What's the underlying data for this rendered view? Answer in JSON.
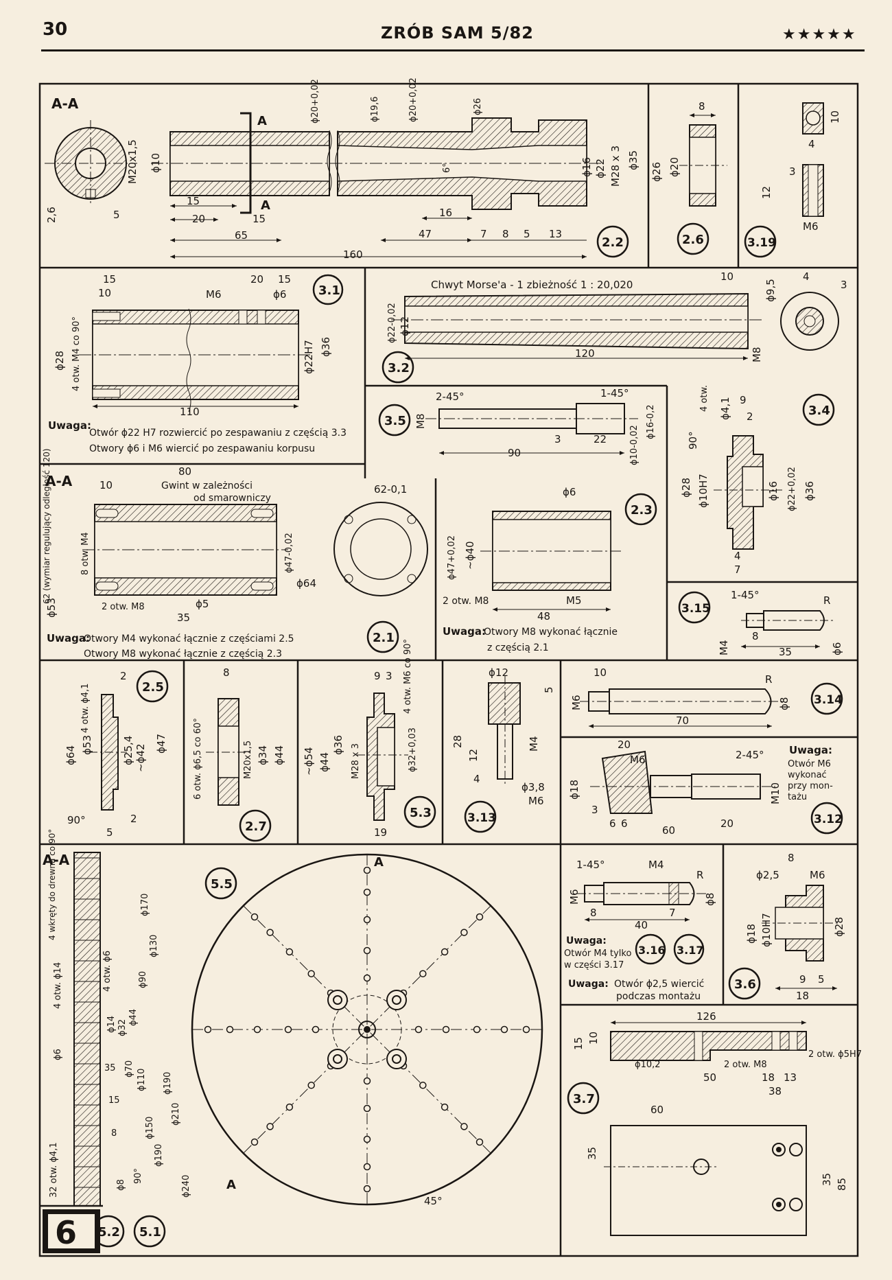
{
  "header": {
    "page_number": "30",
    "magazine": "ZRÓB SAM 5/82",
    "stars": "★★★★★"
  },
  "badge_6": "6",
  "panels": {
    "p22": {
      "id": "2.2",
      "section": "A-A",
      "section_mark": "A",
      "dims": [
        "M20x1,5",
        "ϕ10",
        "2,6",
        "5",
        "15",
        "20",
        "15",
        "65",
        "160",
        "ϕ20+0,02",
        "ϕ19,6",
        "ϕ20+0,02",
        "ϕ26",
        "6°",
        "16",
        "47",
        "7",
        "8",
        "5",
        "13",
        "ϕ16",
        "ϕ22",
        "M28 x 3",
        "ϕ35"
      ]
    },
    "p26": {
      "id": "2.6",
      "dims": [
        "8",
        "ϕ26",
        "ϕ20"
      ]
    },
    "p319": {
      "id": "3.19",
      "dims": [
        "10",
        "4",
        "3",
        "12",
        "M6"
      ]
    },
    "p31": {
      "id": "3.1",
      "dims": [
        "15",
        "10",
        "20",
        "15",
        "M6",
        "ϕ6",
        "ϕ28",
        "4 otw. M4 co 90°",
        "ϕ22H7",
        "ϕ36",
        "110"
      ],
      "note_title": "Uwaga:",
      "note_lines": [
        "Otwór ϕ22 H7 rozwiercić po zespawaniu z częścią 3.3",
        "Otwory ϕ6 i M6 wiercić po zespawaniu korpusu"
      ]
    },
    "p32": {
      "id": "3.2",
      "title": "Chwyt Morse'a - 1 zbieżność 1 : 20,020",
      "dims": [
        "ϕ22-0,02",
        "ϕ12",
        "120",
        "10",
        "ϕ9,5",
        "M8",
        "4",
        "3"
      ]
    },
    "p35": {
      "id": "3.5",
      "dims": [
        "2-45°",
        "M8",
        "1-45°",
        "90",
        "3",
        "22",
        "ϕ10-0,02",
        "ϕ16-0,2"
      ]
    },
    "p34": {
      "id": "3.4",
      "dims": [
        "4 otw.",
        "ϕ4,1",
        "9",
        "2",
        "90°",
        "ϕ28",
        "ϕ10H7",
        "ϕ16",
        "ϕ22+0,02",
        "ϕ36",
        "4",
        "7"
      ]
    },
    "p21": {
      "id": "2.1",
      "section": "A-A",
      "dims": [
        "80",
        "10",
        "Gwint w zależności",
        "od smarowniczy",
        "62-0,1",
        "ϕ47-0,02",
        "ϕ64",
        "ϕ53",
        "62 (wymiar regulujący odległość 120)",
        "8 otw. M4",
        "2 otw. M8",
        "ϕ5",
        "35"
      ],
      "note_title": "Uwaga:",
      "note_lines": [
        "Otwory M4 wykonać łącznie z częściami 2.5",
        "Otwory M8 wykonać łącznie z częścią 2.3"
      ]
    },
    "p23": {
      "id": "2.3",
      "dims": [
        "ϕ6",
        "ϕ47+0,02",
        "~ϕ40",
        "2 otw. M8",
        "M5",
        "48"
      ],
      "note_title": "Uwaga:",
      "note_lines": [
        "Otwory M8 wykonać łącznie",
        "z częścią 2.1"
      ]
    },
    "p315": {
      "id": "3.15",
      "dims": [
        "1-45°",
        "R",
        "M4",
        "8",
        "35",
        "ϕ6"
      ]
    },
    "p25": {
      "id": "2.5",
      "dims": [
        "2",
        "ϕ64",
        "ϕ53",
        "4 otw. ϕ4,1",
        "ϕ25,4",
        "~ϕ42",
        "ϕ47",
        "90°",
        "5",
        "2"
      ]
    },
    "p27": {
      "id": "2.7",
      "dims": [
        "8",
        "6 otw. ϕ6,5 co 60°",
        "M20x1,5",
        "ϕ34",
        "ϕ44"
      ]
    },
    "p53": {
      "id": "5.3",
      "dims": [
        "9",
        "3",
        "4 otw. M6 co 90°",
        "~ϕ54",
        "ϕ44",
        "ϕ36",
        "M28 x 3",
        "ϕ32+0,03",
        "19"
      ]
    },
    "p313": {
      "id": "3.13",
      "dims": [
        "ϕ12",
        "5",
        "28",
        "12",
        "M4",
        "4",
        "ϕ3,8",
        "M6"
      ]
    },
    "p314": {
      "id": "3.14",
      "dims": [
        "10",
        "R",
        "M6",
        "70",
        "ϕ8"
      ]
    },
    "p312": {
      "id": "3.12",
      "dims": [
        "20",
        "M6",
        "2-45°",
        "ϕ18",
        "3",
        "6",
        "6",
        "60",
        "20",
        "M10"
      ],
      "note_title": "Uwaga:",
      "note_lines": [
        "Otwór M6",
        "wykonać",
        "przy mon-",
        "tażu"
      ]
    },
    "p5": {
      "section": "A-A",
      "section_mark": "A",
      "id_55": "5.5",
      "id_52": "5.2",
      "id_51": "5.1",
      "dims": [
        "ϕ170",
        "ϕ130",
        "ϕ90",
        "ϕ44",
        "ϕ32",
        "ϕ14",
        "ϕ110",
        "ϕ70",
        "ϕ150",
        "ϕ190",
        "ϕ210",
        "ϕ190",
        "ϕ240",
        "ϕ8",
        "90°",
        "ϕ6",
        "35",
        "15",
        "8",
        "4 otw. ϕ14",
        "4 otw. ϕ6",
        "4 wkręty do drewna co 90°",
        "32 otw. ϕ4,1",
        "45°"
      ]
    },
    "p316": {
      "id_a": "3.16",
      "id_b": "3.17",
      "dims": [
        "1-45°",
        "M4",
        "R",
        "M6",
        "8",
        "40",
        "7",
        "ϕ8"
      ],
      "note_title": "Uwaga:",
      "note_lines": [
        "Otwór M4 tylko",
        "w części 3.17"
      ]
    },
    "p36": {
      "id": "3.6",
      "dims": [
        "8",
        "ϕ2,5",
        "M6",
        "ϕ18",
        "ϕ10H7",
        "ϕ28",
        "9",
        "5",
        "18"
      ],
      "note_title": "Uwaga:",
      "note_lines": [
        "Otwór ϕ2,5 wiercić",
        "podczas montażu"
      ]
    },
    "p37": {
      "id": "3.7",
      "dims": [
        "126",
        "15",
        "10",
        "2 otw. ϕ5H7",
        "ϕ10,2",
        "2 otw. M8",
        "50",
        "18",
        "13",
        "38",
        "60",
        "35",
        "35",
        "85"
      ]
    }
  },
  "colors": {
    "ink": "#1a1613",
    "paper": "#f6eedf"
  }
}
